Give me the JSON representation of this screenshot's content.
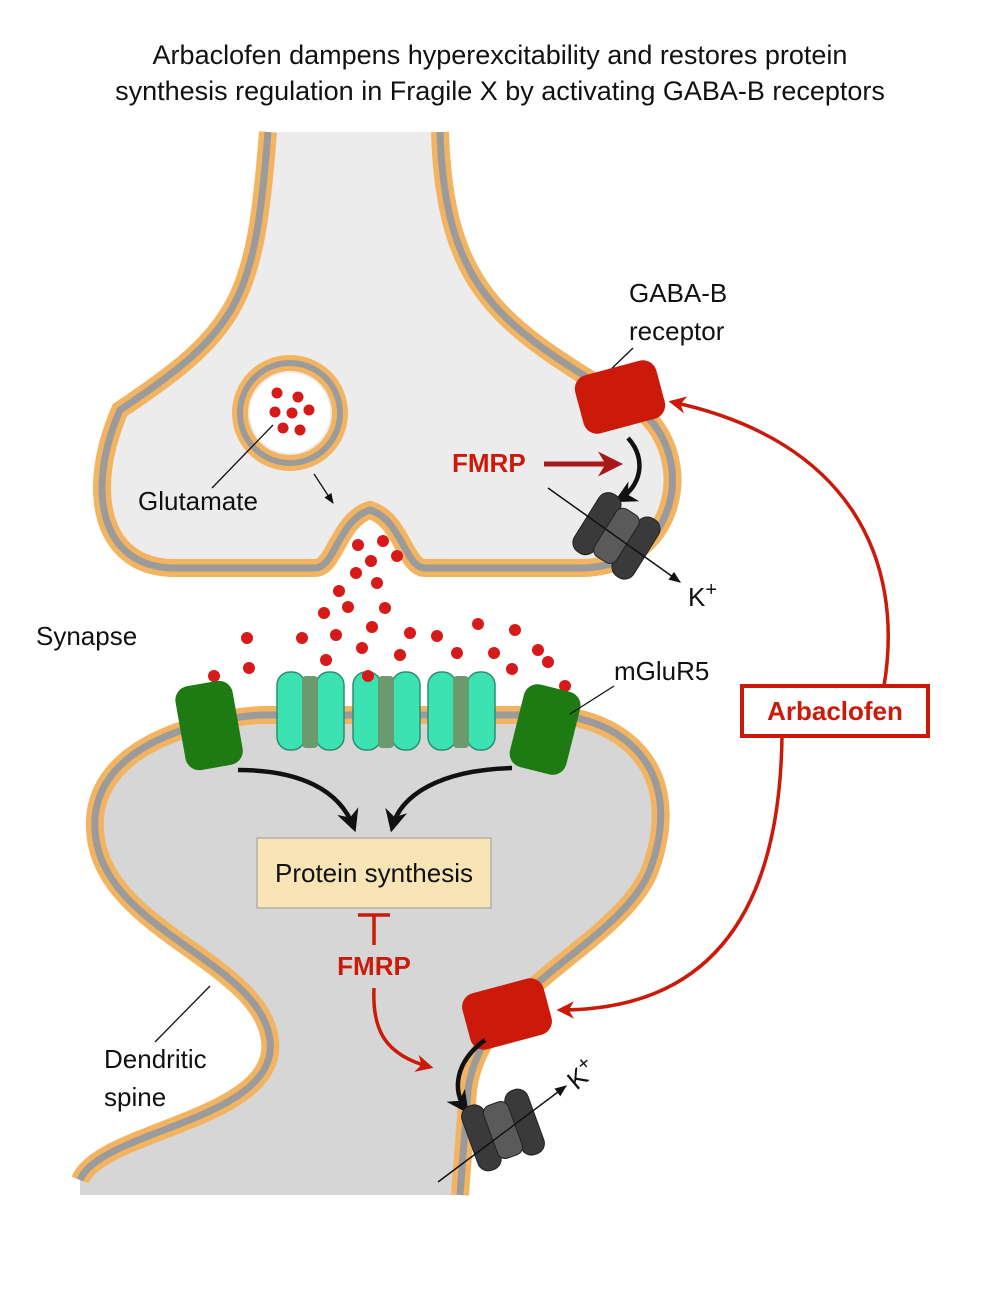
{
  "title": {
    "line1": "Arbaclofen dampens hyperexcitability and restores protein",
    "line2": "synthesis regulation in Fragile X by activating GABA-B receptors"
  },
  "labels": {
    "gaba_b_line1": "GABA-B",
    "gaba_b_line2": "receptor",
    "glutamate": "Glutamate",
    "fmrp_top": "FMRP",
    "k_top": "K",
    "k_top_sup": "+",
    "synapse": "Synapse",
    "mglur5": "mGluR5",
    "arbaclofen": "Arbaclofen",
    "protein_synthesis": "Protein synthesis",
    "fmrp_bottom": "FMRP",
    "dendritic_line1": "Dendritic",
    "dendritic_line2": "spine",
    "k_bottom": "K",
    "k_bottom_sup": "+"
  },
  "colors": {
    "membrane_outer": "#f2b460",
    "membrane_inner": "#9b9b9b",
    "cytoplasm_top": "#ececec",
    "cytoplasm_bottom": "#d6d6d6",
    "gaba_receptor": "#cc1a0a",
    "mglur5": "#1e7a12",
    "ampa_channel": "#3de2b2",
    "k_channel": "#3a3a3a",
    "glutamate": "#d61a1a",
    "arbaclofen": "#cc1a0a",
    "protein_box": "#f8e4b4"
  }
}
